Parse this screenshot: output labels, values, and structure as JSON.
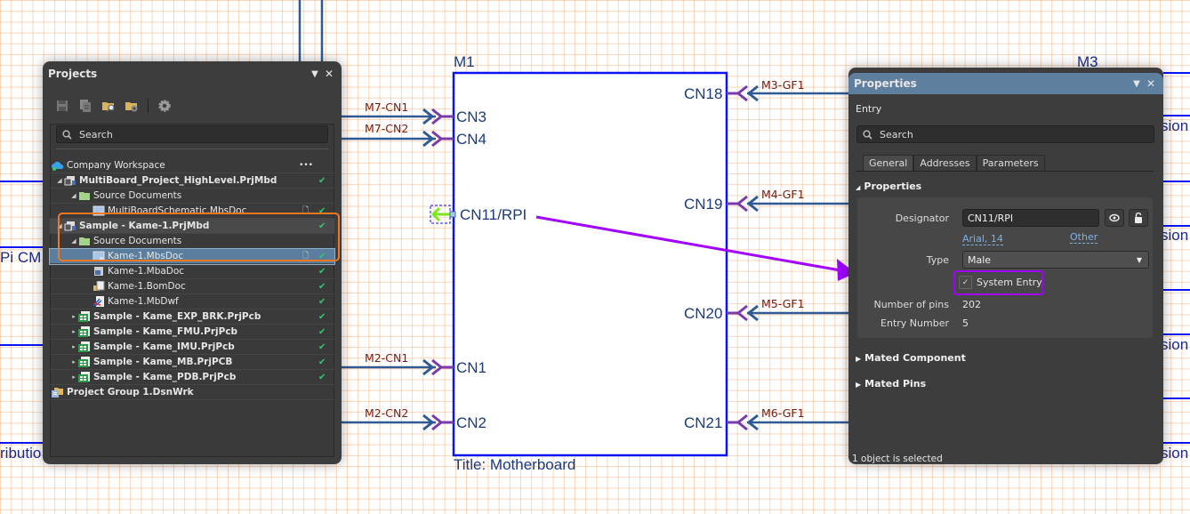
{
  "schematic": {
    "sheet_title": "Title: Motherboard",
    "block_designator": "M1",
    "right_block_designator": "M3",
    "left_ports": [
      {
        "net": "M7-CN1",
        "entry": "CN3"
      },
      {
        "net": "M7-CN2",
        "entry": "CN4"
      },
      {
        "net": "M2-CN1",
        "entry": "CN1"
      },
      {
        "net": "M2-CN2",
        "entry": "CN2"
      }
    ],
    "selected_entry": "CN11/RPI",
    "right_ports": [
      {
        "net": "M3-GF1",
        "entry": "CN18"
      },
      {
        "net": "M4-GF1",
        "entry": "CN19"
      },
      {
        "net": "M5-GF1",
        "entry": "CN20"
      },
      {
        "net": "M6-GF1",
        "entry": "CN21"
      }
    ],
    "left_edge_fragments": [
      "Pi CM",
      "ributio"
    ],
    "right_edge_fragments": [
      "sion",
      "sion",
      "sion",
      "sion"
    ],
    "colors": {
      "block_border": "#0a14f0",
      "wire": "#2f5a94",
      "entry": "#7a3aa8",
      "annotation": "#a100ff",
      "highlight": "#f07820",
      "selected_arrow": "#7ee81f"
    }
  },
  "projects_panel": {
    "title": "Projects",
    "search_placeholder": "Search",
    "toolbar": [
      "save-icon",
      "save-all-icon",
      "find-folder-icon",
      "folder-settings-icon",
      "gear-icon"
    ],
    "tree": [
      {
        "label": "Company Workspace",
        "level": 0,
        "icon": "cloud-icon",
        "expander": "",
        "bold": false,
        "status": "",
        "menu": "•••"
      },
      {
        "label": "MultiBoard_Project_HighLevel.PrjMbd",
        "level": 1,
        "icon": "multiboard-project-icon",
        "expander": "◢",
        "bold": true,
        "status": "✔"
      },
      {
        "label": "Source Documents",
        "level": 2,
        "icon": "folder-icon",
        "expander": "◢",
        "bold": false,
        "status": ""
      },
      {
        "label": "MultiBoardSchematic.MbsDoc",
        "level": 3,
        "icon": "schematic-doc-icon",
        "expander": "",
        "bold": false,
        "status": "✔",
        "doc": true
      },
      {
        "label": "Sample - Kame-1.PrjMbd",
        "level": 1,
        "icon": "multiboard-project-icon",
        "expander": "◢",
        "bold": true,
        "status": "✔"
      },
      {
        "label": "Source Documents",
        "level": 2,
        "icon": "folder-icon",
        "expander": "◢",
        "bold": false,
        "status": ""
      },
      {
        "label": "Kame-1.MbsDoc",
        "level": 3,
        "icon": "schematic-doc-icon",
        "expander": "",
        "bold": false,
        "status": "✔",
        "doc": true,
        "selected": true
      },
      {
        "label": "Kame-1.MbaDoc",
        "level": 3,
        "icon": "assembly-doc-icon",
        "expander": "",
        "bold": false,
        "status": "✔"
      },
      {
        "label": "Kame-1.BomDoc",
        "level": 3,
        "icon": "bom-doc-icon",
        "expander": "",
        "bold": false,
        "status": "✔"
      },
      {
        "label": "Kame-1.MbDwf",
        "level": 3,
        "icon": "draftsman-doc-icon",
        "expander": "",
        "bold": false,
        "status": "✔"
      },
      {
        "label": "Sample - Kame_EXP_BRK.PrjPcb",
        "level": 2,
        "icon": "pcb-project-icon",
        "expander": "▸",
        "bold": true,
        "status": "✔"
      },
      {
        "label": "Sample - Kame_FMU.PrjPcb",
        "level": 2,
        "icon": "pcb-project-icon",
        "expander": "▸",
        "bold": true,
        "status": "✔"
      },
      {
        "label": "Sample - Kame_IMU.PrjPcb",
        "level": 2,
        "icon": "pcb-project-icon",
        "expander": "▸",
        "bold": true,
        "status": "✔"
      },
      {
        "label": "Sample - Kame_MB.PrjPCB",
        "level": 2,
        "icon": "pcb-project-icon",
        "expander": "▸",
        "bold": true,
        "status": "✔"
      },
      {
        "label": "Sample - Kame_PDB.PrjPcb",
        "level": 2,
        "icon": "pcb-project-icon",
        "expander": "▸",
        "bold": true,
        "status": "✔"
      },
      {
        "label": "Project Group 1.DsnWrk",
        "level": 0,
        "icon": "project-group-icon",
        "expander": "",
        "bold": true,
        "status": ""
      }
    ]
  },
  "properties_panel": {
    "title": "Properties",
    "object_type": "Entry",
    "search_placeholder": "Search",
    "tabs": [
      "General",
      "Addresses",
      "Parameters"
    ],
    "active_tab": "General",
    "section_properties": "Properties",
    "designator_label": "Designator",
    "designator_value": "CN11/RPI",
    "font_link": "Arial, 14",
    "other_link": "Other",
    "type_label": "Type",
    "type_value": "Male",
    "system_entry_label": "System Entry",
    "system_entry_checked": true,
    "pins_label": "Number of pins",
    "pins_value": "202",
    "entry_number_label": "Entry Number",
    "entry_number_value": "5",
    "section_mated_component": "Mated Component",
    "section_mated_pins": "Mated Pins",
    "status": "1 object is selected"
  }
}
